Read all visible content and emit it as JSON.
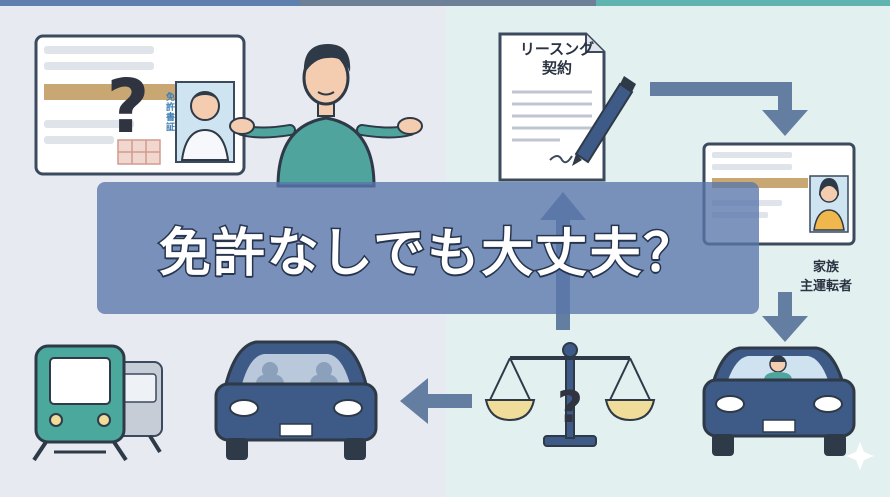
{
  "banner": {
    "title": "免許なしでも大丈夫？"
  },
  "lease_document": {
    "label_line1": "リースング",
    "label_line2": "契約"
  },
  "family_driver": {
    "label_line1": "家族",
    "label_line2": "主運転者"
  },
  "license_card_left": {
    "vertical_text": "免許書証",
    "question_mark": "?"
  },
  "scale": {
    "question_mark": "?"
  },
  "colors": {
    "banner": "#5876aa",
    "bg_left": "#e7ebf1",
    "bg_right": "#e3f0f0",
    "car": "#3e5a87",
    "arrow": "#647ea2"
  }
}
